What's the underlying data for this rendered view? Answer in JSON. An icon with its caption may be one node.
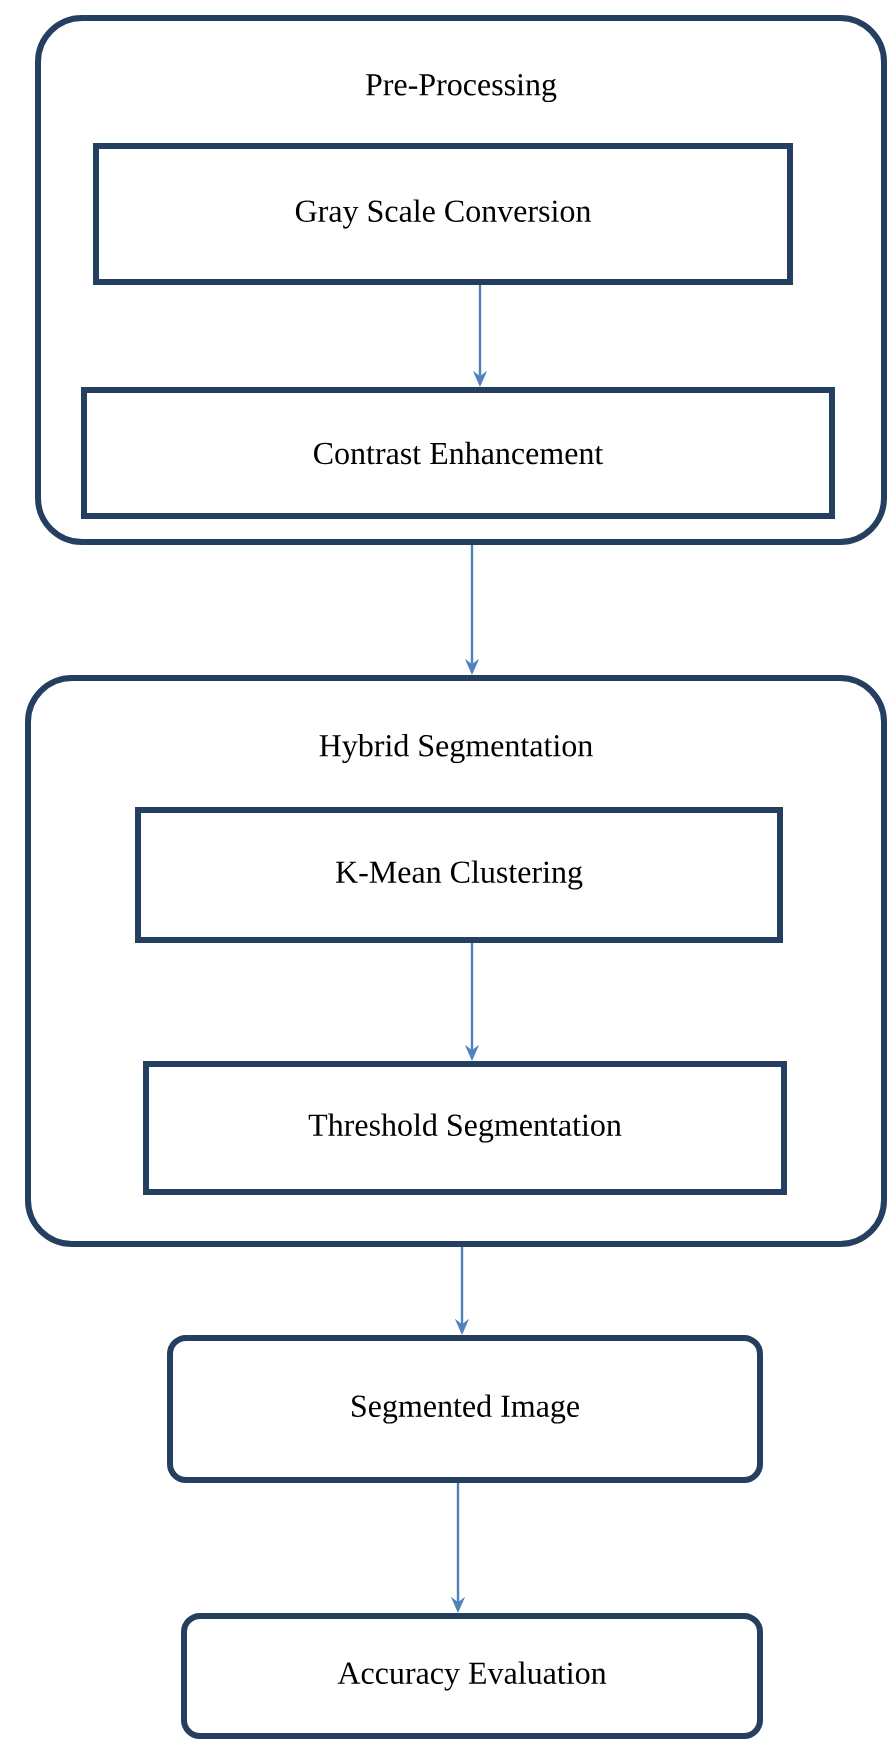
{
  "diagram": {
    "nodes": [
      {
        "text": [
          "Pre-Processing"
        ]
      },
      {
        "text": [
          "Gray Scale Conversion"
        ],
        "in": 0
      },
      {
        "text": [
          "Contrast Enhancement"
        ],
        "in": 0
      },
      {
        "text": [
          "Hybrid Segmentation"
        ]
      },
      {
        "text": [
          "K-Mean Clustering"
        ],
        "in": 3
      },
      {
        "text": [
          "Threshold Segmentation"
        ],
        "in": 3
      },
      {
        "text": [
          "Segmented Image"
        ]
      },
      {
        "text": [
          "Accuracy Evaluation"
        ]
      }
    ],
    "edges": [
      {
        "from": 1,
        "to": 2,
        "arrow": "to"
      },
      {
        "from": 0,
        "to": 3,
        "arrow": "to"
      },
      {
        "from": 4,
        "to": 5,
        "arrow": "to"
      },
      {
        "from": 3,
        "to": 6,
        "arrow": "to"
      },
      {
        "from": 6,
        "to": 7,
        "arrow": "to"
      }
    ]
  }
}
